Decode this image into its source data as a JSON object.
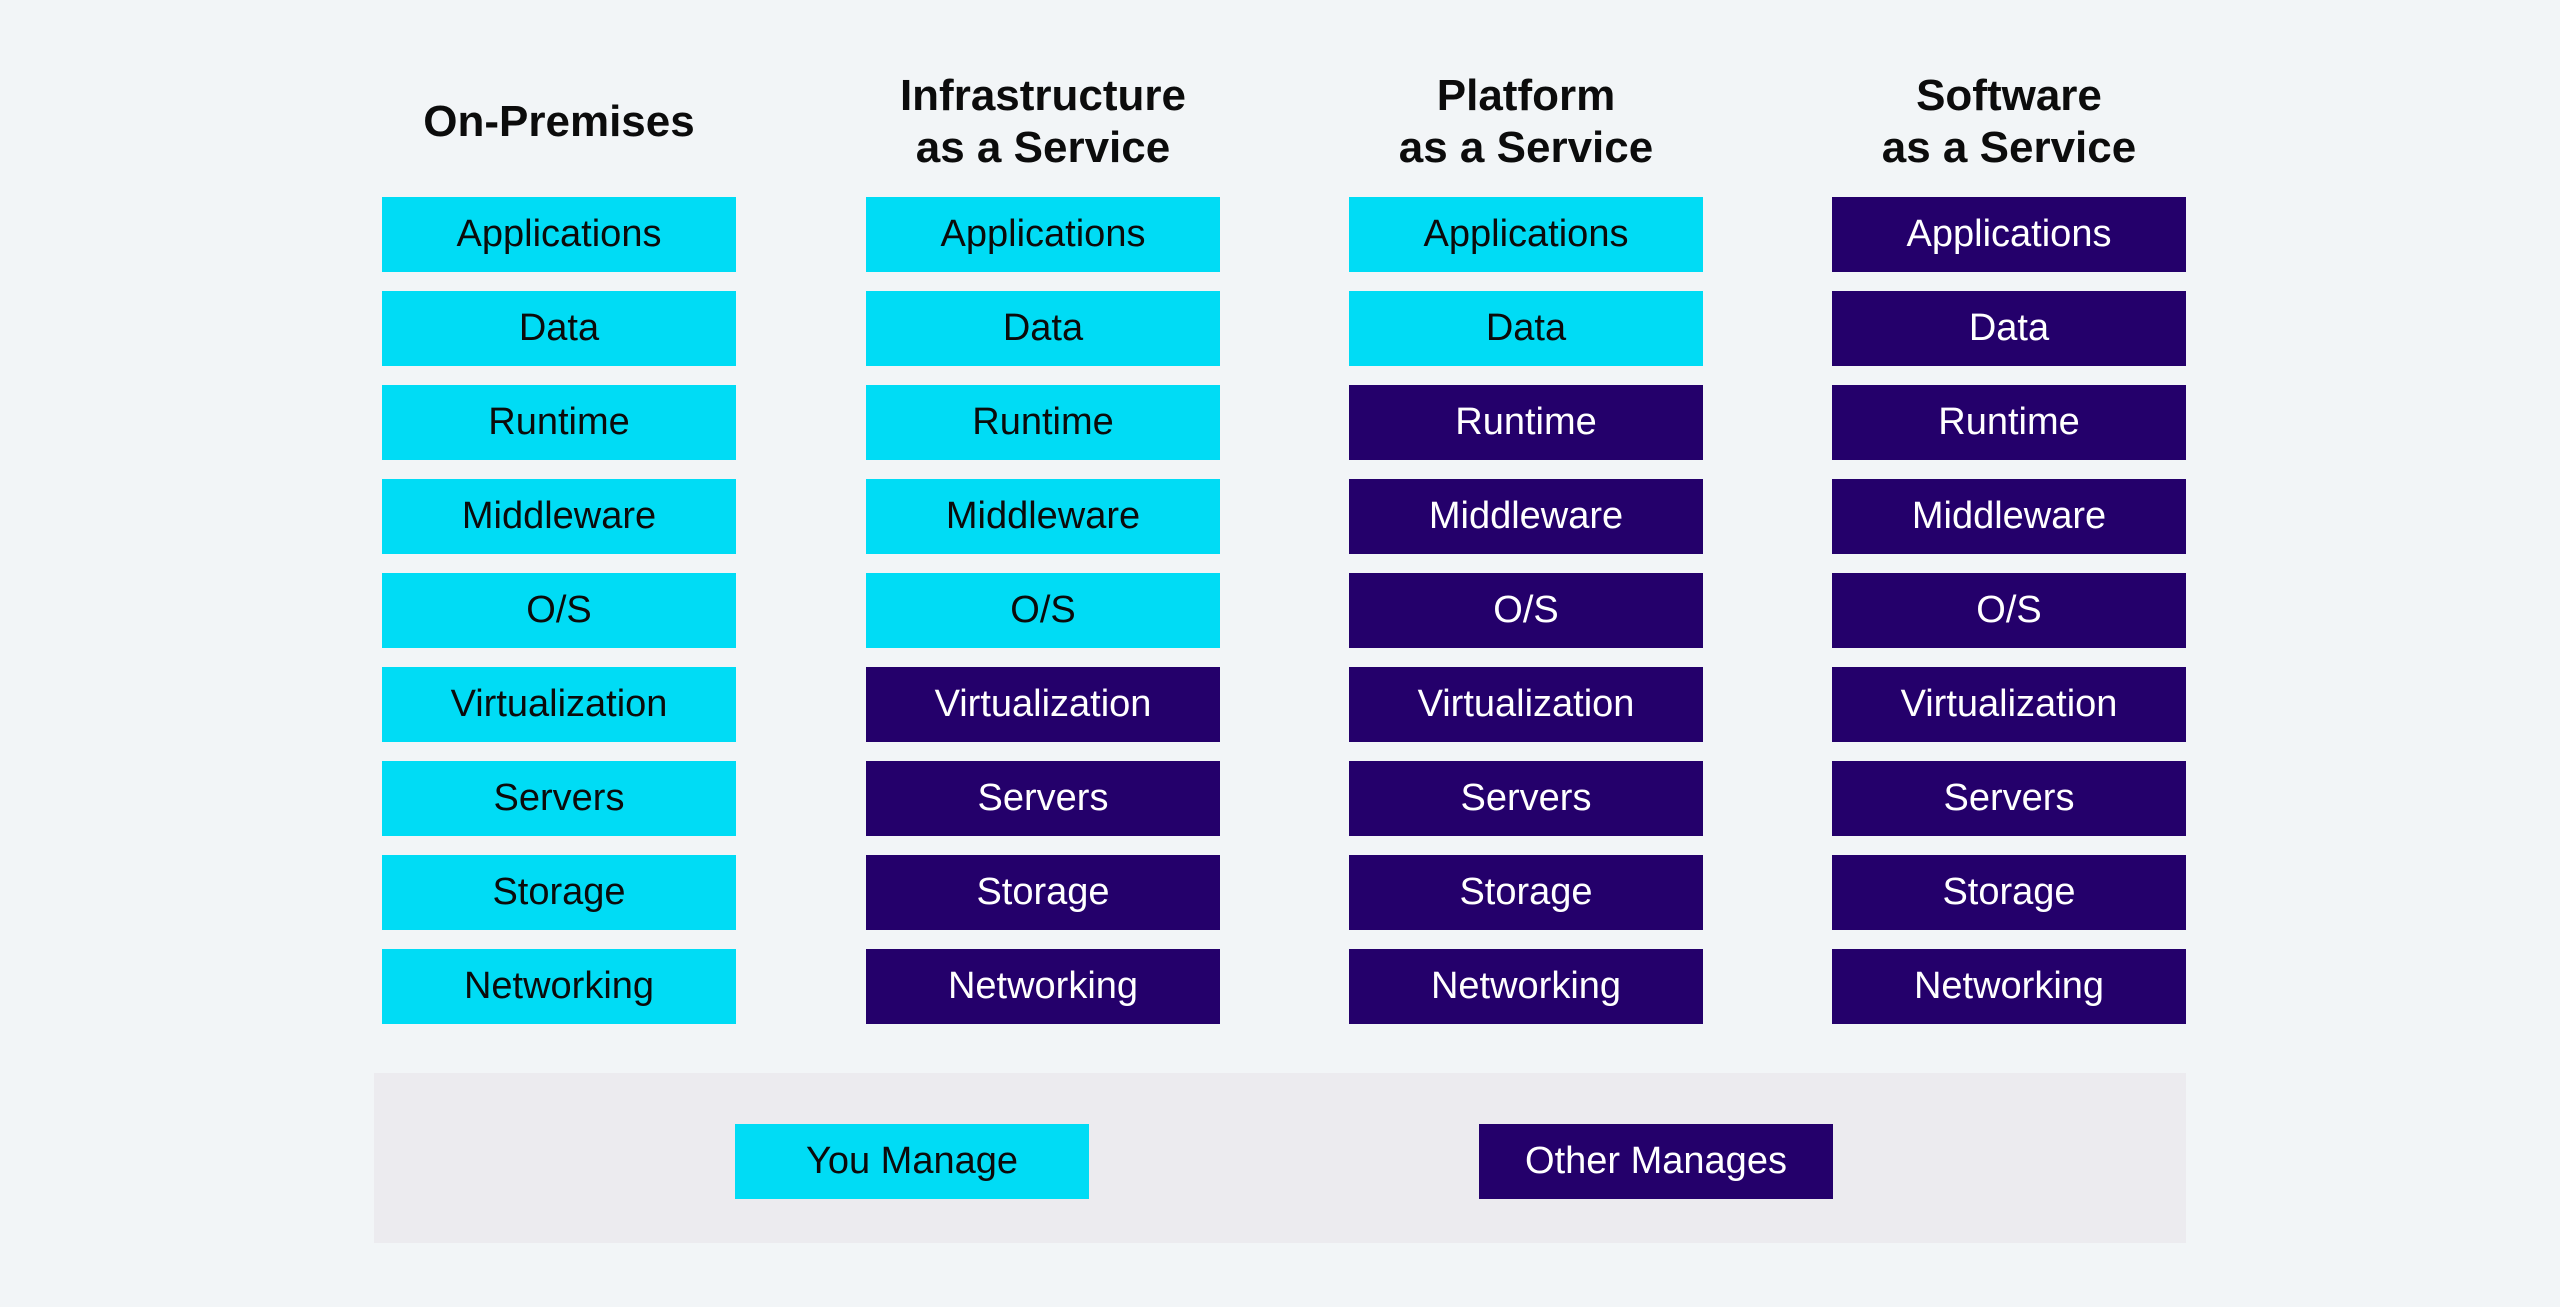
{
  "colors": {
    "you_manage": "#00dcf5",
    "other_manages": "#24006b",
    "background": "#f2f5f7",
    "legend_background": "#ecebef"
  },
  "columns": [
    {
      "title": "On-Premises",
      "layers": [
        {
          "label": "Applications",
          "managed_by": "you"
        },
        {
          "label": "Data",
          "managed_by": "you"
        },
        {
          "label": "Runtime",
          "managed_by": "you"
        },
        {
          "label": "Middleware",
          "managed_by": "you"
        },
        {
          "label": "O/S",
          "managed_by": "you"
        },
        {
          "label": "Virtualization",
          "managed_by": "you"
        },
        {
          "label": "Servers",
          "managed_by": "you"
        },
        {
          "label": "Storage",
          "managed_by": "you"
        },
        {
          "label": "Networking",
          "managed_by": "you"
        }
      ]
    },
    {
      "title": "Infrastructure\nas a Service",
      "layers": [
        {
          "label": "Applications",
          "managed_by": "you"
        },
        {
          "label": "Data",
          "managed_by": "you"
        },
        {
          "label": "Runtime",
          "managed_by": "you"
        },
        {
          "label": "Middleware",
          "managed_by": "you"
        },
        {
          "label": "O/S",
          "managed_by": "you"
        },
        {
          "label": "Virtualization",
          "managed_by": "other"
        },
        {
          "label": "Servers",
          "managed_by": "other"
        },
        {
          "label": "Storage",
          "managed_by": "other"
        },
        {
          "label": "Networking",
          "managed_by": "other"
        }
      ]
    },
    {
      "title": "Platform\nas a Service",
      "layers": [
        {
          "label": "Applications",
          "managed_by": "you"
        },
        {
          "label": "Data",
          "managed_by": "you"
        },
        {
          "label": "Runtime",
          "managed_by": "other"
        },
        {
          "label": "Middleware",
          "managed_by": "other"
        },
        {
          "label": "O/S",
          "managed_by": "other"
        },
        {
          "label": "Virtualization",
          "managed_by": "other"
        },
        {
          "label": "Servers",
          "managed_by": "other"
        },
        {
          "label": "Storage",
          "managed_by": "other"
        },
        {
          "label": "Networking",
          "managed_by": "other"
        }
      ]
    },
    {
      "title": "Software\nas a Service",
      "layers": [
        {
          "label": "Applications",
          "managed_by": "other"
        },
        {
          "label": "Data",
          "managed_by": "other"
        },
        {
          "label": "Runtime",
          "managed_by": "other"
        },
        {
          "label": "Middleware",
          "managed_by": "other"
        },
        {
          "label": "O/S",
          "managed_by": "other"
        },
        {
          "label": "Virtualization",
          "managed_by": "other"
        },
        {
          "label": "Servers",
          "managed_by": "other"
        },
        {
          "label": "Storage",
          "managed_by": "other"
        },
        {
          "label": "Networking",
          "managed_by": "other"
        }
      ]
    }
  ],
  "legend": {
    "you_manage": "You Manage",
    "other_manages": "Other Manages"
  }
}
